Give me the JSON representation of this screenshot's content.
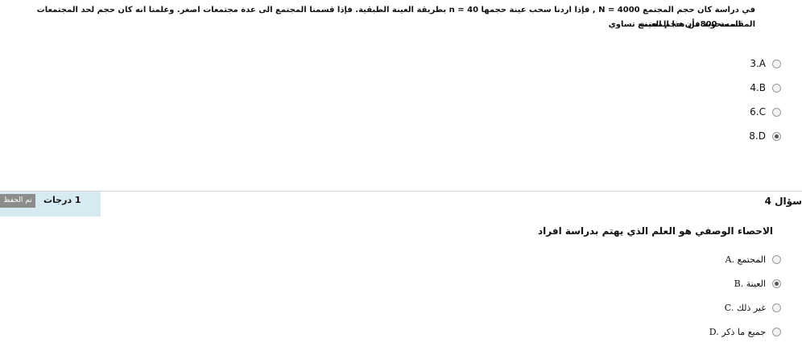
{
  "q3": {
    "line1": "في دراسة كان حجم المجتمع N = 4000 , فإذا اردنا سحب عينة حجمها n = 40 بطريقة العينة الطبقية. فإذا قسمنا المجتمع الى عدة مجتمعات اصغر. وعلمنا انه كان حجم لحد المجتمعات المقسمة 800فأن حجم العينة",
    "line2": "المسحوبة من هذا المجتمع تساوي",
    "options": [
      {
        "label": "3.A",
        "checked": false
      },
      {
        "label": "4.B",
        "checked": false
      },
      {
        "label": "6.C",
        "checked": false
      },
      {
        "label": "8.D",
        "checked": true
      }
    ]
  },
  "q4": {
    "number_label": "سؤال 4",
    "status_button": "تم الحفظ",
    "marks": "1 درجات",
    "text": "الاحصاء الوصفي هو العلم الذي يهتم بدراسة افراد",
    "options": [
      {
        "label": "A. المجتمع",
        "checked": false
      },
      {
        "label": "B. العينة",
        "checked": true
      },
      {
        "label": "C. غير ذلك",
        "checked": false
      },
      {
        "label": "D. جميع ما ذكر",
        "checked": false
      }
    ]
  },
  "colors": {
    "info_bg": "#d7e9f1",
    "status_btn_bg": "#8c8c8c",
    "divider": "#d4d4d4"
  }
}
